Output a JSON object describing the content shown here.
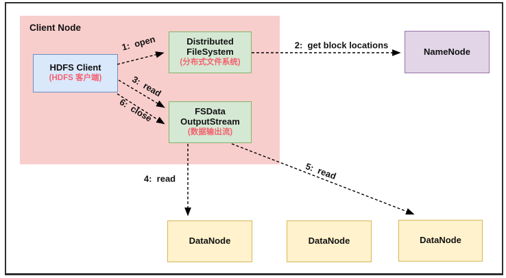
{
  "diagram": {
    "title_context": "HDFS read flow",
    "container": {
      "label": "Client Node"
    },
    "nodes": [
      {
        "id": "hdfs-client",
        "title": "HDFS Client",
        "subtitle": "(HDFS 客户端)"
      },
      {
        "id": "distributed-filesystem",
        "title": "Distributed\nFileSystem",
        "subtitle": "(分布式文件系统)"
      },
      {
        "id": "fsdata-outputstream",
        "title": "FSData\nOutputStream",
        "subtitle": "(数据输出流)"
      },
      {
        "id": "namenode",
        "title": "NameNode"
      },
      {
        "id": "datanode-1",
        "title": "DataNode"
      },
      {
        "id": "datanode-2",
        "title": "DataNode"
      },
      {
        "id": "datanode-3",
        "title": "DataNode"
      }
    ],
    "edges": [
      {
        "label": "1:  open",
        "from": "hdfs-client",
        "to": "distributed-filesystem"
      },
      {
        "label": "2:  get block locations",
        "from": "distributed-filesystem",
        "to": "namenode"
      },
      {
        "label": "3:  read",
        "from": "hdfs-client",
        "to": "fsdata-outputstream"
      },
      {
        "label": "4:  read",
        "from": "fsdata-outputstream",
        "to": "datanode-1"
      },
      {
        "label": "5:  read",
        "from": "fsdata-outputstream",
        "to": "datanode-3"
      },
      {
        "label": "6:  close",
        "from": "hdfs-client",
        "to": "fsdata-outputstream"
      }
    ],
    "colors": {
      "container_fill": "#f8cecc",
      "client_fill": "#dae8fc",
      "client_border": "#6c8ebf",
      "stream_fill": "#d5e8d4",
      "stream_border": "#82b366",
      "namenode_fill": "#e1d5e7",
      "namenode_border": "#9673a6",
      "datanode_fill": "#fff2cc",
      "datanode_border": "#d6b656",
      "subtitle_text": "#f4626f",
      "arrow": "#000000",
      "frame_border": "#2e2e2e"
    }
  }
}
